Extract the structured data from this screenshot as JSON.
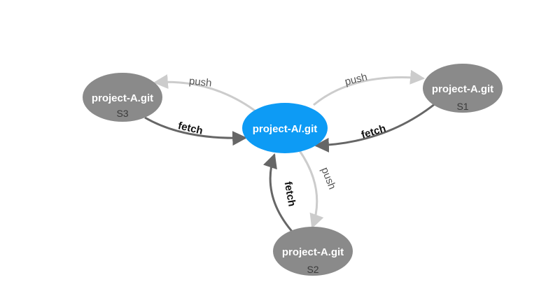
{
  "diagram": {
    "center": {
      "label": "project-A/.git",
      "color": "#0d9bf5"
    },
    "servers": [
      {
        "id": "s3",
        "label": "project-A.git",
        "sublabel": "S3"
      },
      {
        "id": "s1",
        "label": "project-A.git",
        "sublabel": "S1"
      },
      {
        "id": "s2",
        "label": "project-A.git",
        "sublabel": "S2"
      }
    ],
    "server_color": "#8a8a8a",
    "edges": [
      {
        "id": "push-s3",
        "label": "push",
        "kind": "push",
        "from": "center",
        "to": "s3"
      },
      {
        "id": "fetch-s3",
        "label": "fetch",
        "kind": "fetch",
        "from": "s3",
        "to": "center"
      },
      {
        "id": "push-s1",
        "label": "push",
        "kind": "push",
        "from": "center",
        "to": "s1"
      },
      {
        "id": "fetch-s1",
        "label": "fetch",
        "kind": "fetch",
        "from": "s1",
        "to": "center"
      },
      {
        "id": "push-s2",
        "label": "push",
        "kind": "push",
        "from": "center",
        "to": "s2"
      },
      {
        "id": "fetch-s2",
        "label": "fetch",
        "kind": "fetch",
        "from": "s2",
        "to": "center"
      }
    ],
    "push_color": "#cccccc",
    "fetch_color": "#666666"
  }
}
